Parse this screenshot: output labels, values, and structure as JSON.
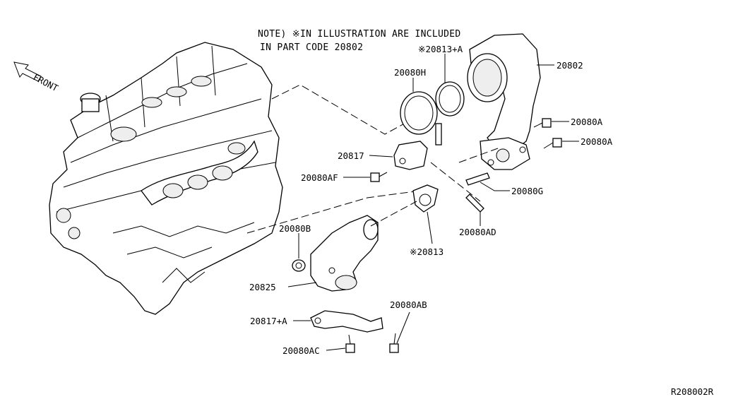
{
  "note": {
    "line1": "NOTE) ※IN ILLUSTRATION ARE INCLUDED",
    "line2": "IN PART CODE 20802"
  },
  "front_label": "FRONT",
  "diagram_code": "R208002R",
  "parts": [
    {
      "id": "20813A",
      "label": "※20813+A"
    },
    {
      "id": "20802",
      "label": "20802"
    },
    {
      "id": "20080H",
      "label": "20080H"
    },
    {
      "id": "20080A_1",
      "label": "20080A"
    },
    {
      "id": "20080A_2",
      "label": "20080A"
    },
    {
      "id": "20817",
      "label": "20817"
    },
    {
      "id": "20080AF",
      "label": "20080AF"
    },
    {
      "id": "20080G",
      "label": "20080G"
    },
    {
      "id": "20080AD",
      "label": "20080AD"
    },
    {
      "id": "20080B",
      "label": "20080B"
    },
    {
      "id": "20813",
      "label": "※20813"
    },
    {
      "id": "20825",
      "label": "20825"
    },
    {
      "id": "20080AB",
      "label": "20080AB"
    },
    {
      "id": "20817A",
      "label": "20817+A"
    },
    {
      "id": "20080AC",
      "label": "20080AC"
    }
  ]
}
